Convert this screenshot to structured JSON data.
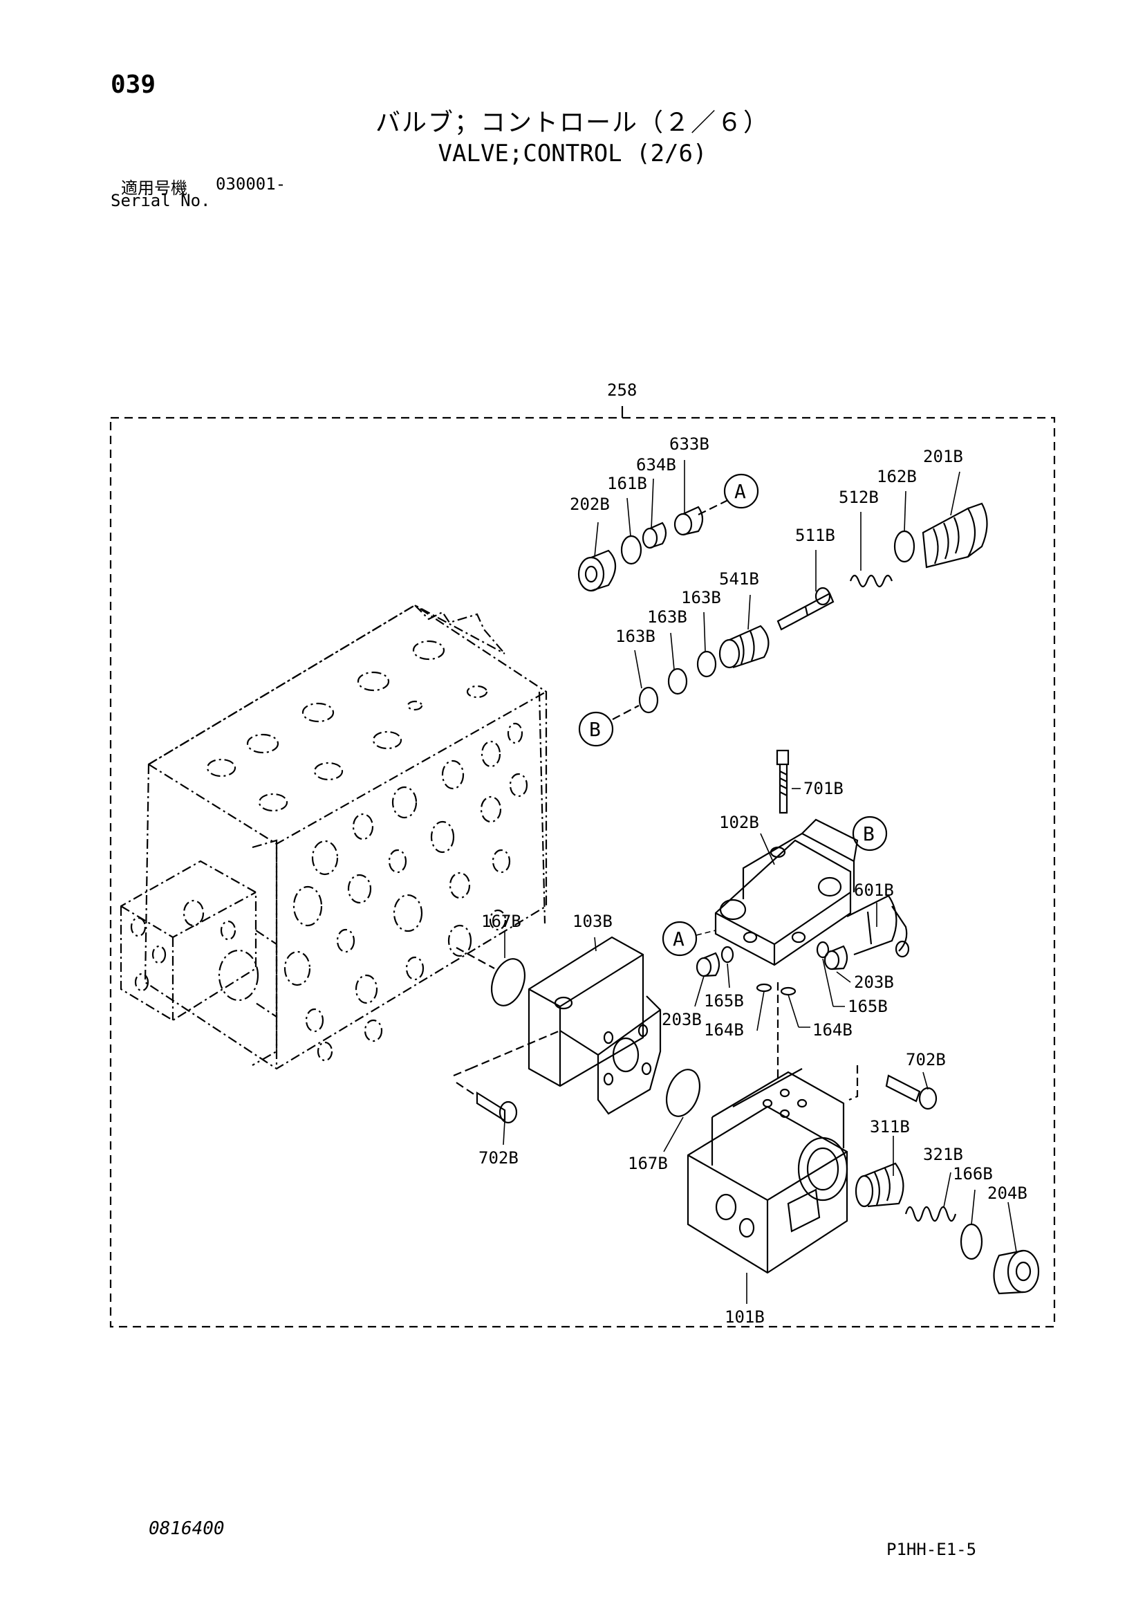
{
  "header": {
    "page_number": "039",
    "title_jp": "バルブ；コントロール（２／６）",
    "title_en": "VALVE;CONTROL (2/6)",
    "serial_label_jp": "適用号機",
    "serial_value": "030001-",
    "serial_label_en": "Serial No."
  },
  "diagram": {
    "assembly_label": "258",
    "part_labels": {
      "p633B": "633B",
      "p634B": "634B",
      "p161B": "161B",
      "p202B": "202B",
      "p201B": "201B",
      "p162B": "162B",
      "p512B": "512B",
      "p511B": "511B",
      "p541B": "541B",
      "p163B_a": "163B",
      "p163B_b": "163B",
      "p163B_c": "163B",
      "p701B": "701B",
      "p102B": "102B",
      "p601B": "601B",
      "p167B_a": "167B",
      "p103B": "103B",
      "p165B_a": "165B",
      "p165B_b": "165B",
      "p203B_a": "203B",
      "p203B_b": "203B",
      "p164B_a": "164B",
      "p164B_b": "164B",
      "p702B_a": "702B",
      "p702B_b": "702B",
      "p167B_b": "167B",
      "p311B": "311B",
      "p321B": "321B",
      "p166B": "166B",
      "p204B": "204B",
      "p101B": "101B"
    },
    "callouts": {
      "a_top": "A",
      "b_left": "B",
      "b_right": "B",
      "a_left": "A"
    }
  },
  "footer": {
    "drawing_number": "0816400",
    "sheet_code": "P1HH-E1-5"
  }
}
